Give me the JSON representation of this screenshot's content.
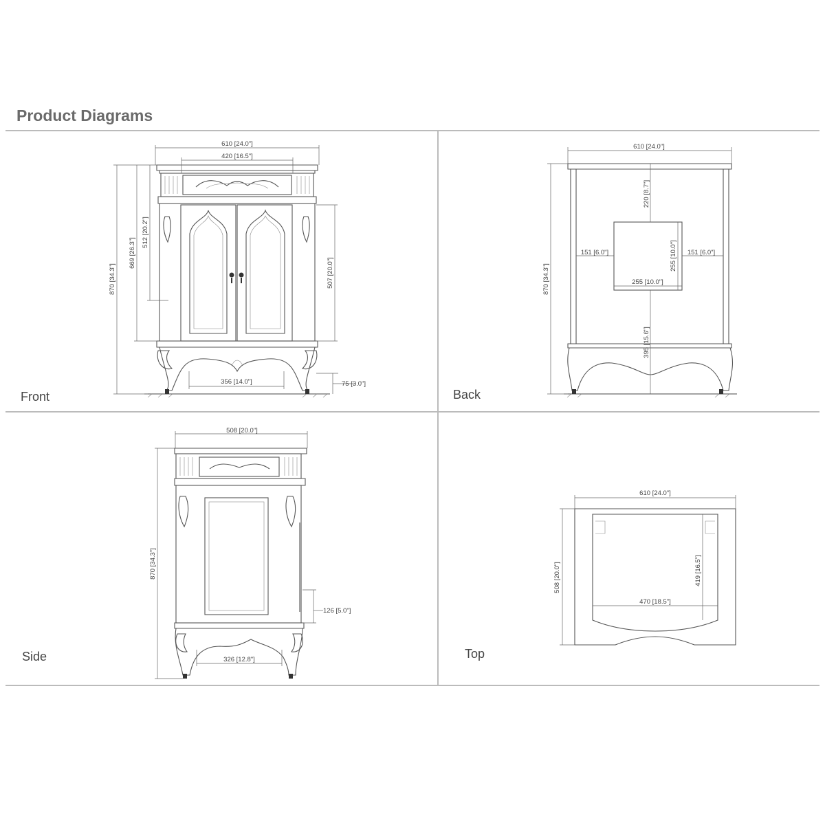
{
  "title": "Product Diagrams",
  "views": {
    "front": {
      "label": "Front",
      "dims": {
        "overall_width": "610 [24.0\"]",
        "top_width": "420 [16.5\"]",
        "overall_height": "870 [34.3\"]",
        "upper_height": "669 [26.3\"]",
        "door_top_height": "512 [20.2\"]",
        "door_height": "507 [20.0\"]",
        "leg_span": "356 [14.0\"]",
        "leg_height": "75 [3.0\"]"
      }
    },
    "back": {
      "label": "Back",
      "dims": {
        "overall_width": "610 [24.0\"]",
        "overall_height": "870 [34.3\"]",
        "opening_top": "220 [8.7\"]",
        "side_left": "151 [6.0\"]",
        "side_right": "151 [6.0\"]",
        "opening_height": "255 [10.0\"]",
        "opening_height_side": "255 [10.0\"]",
        "opening_width": "255 [10.0\"]",
        "opening_bottom": "395 [15.6\"]"
      }
    },
    "side": {
      "label": "Side",
      "dims": {
        "overall_depth": "508 [20.0\"]",
        "overall_height": "870 [34.3\"]",
        "plinth": "126 [5.0\"]",
        "leg_span": "326 [12.8\"]"
      }
    },
    "top": {
      "label": "Top",
      "dims": {
        "overall_width": "610 [24.0\"]",
        "overall_depth": "508 [20.0\"]",
        "inner_depth": "419 [16.5\"]",
        "inner_width": "470 [18.5\"]"
      }
    }
  }
}
